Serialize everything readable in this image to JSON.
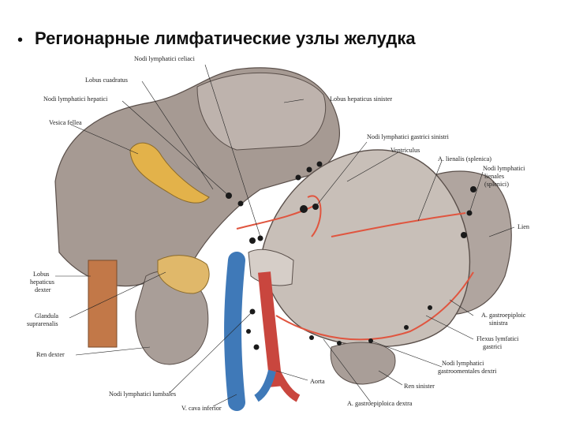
{
  "slide": {
    "bullet": "•",
    "title": "Регионарные лимфатические узлы желудка"
  },
  "figure": {
    "labels": {
      "nodi_coeliaci": "Nodi lymphatici celiaci",
      "lobus_quadratus": "Lobus cuadratus",
      "nodi_hepatici": "Nodi lymphatici hepatici",
      "vesica_fellea": "Vesica fellea",
      "lobus_sinister": "Lobus hepaticus sinister",
      "nodi_gastrici_sinistri": "Nodi lymphatici gastrici sinistri",
      "ventriculus": "Ventriculus",
      "a_lienalis": "A. lienalis (splenica)",
      "nodi_lienales_1": "Nodi lymphatici",
      "nodi_lienales_2": "lienales",
      "nodi_lienales_3": "(splenici)",
      "lien": "Lien",
      "lobus_dexter_1": "Lobus",
      "lobus_dexter_2": "hepaticus",
      "lobus_dexter_3": "dexter",
      "glandula_1": "Glandula",
      "glandula_2": "suprarenalis",
      "ren_dexter": "Ren dexter",
      "a_gastroepiploica_sin_1": "A. gastroepiploic",
      "a_gastroepiploica_sin_2": "sinistra",
      "flexus_1": "Flexus lymfatici",
      "flexus_2": "gastrici",
      "nodi_gastroomentales_1": "Nodi lymphatici",
      "nodi_gastroomentales_2": "gastroomentales dextri",
      "aorta": "Aorta",
      "ren_sinister": "Ren sinister",
      "nodi_lumbales": "Nodi lymphatici lumbales",
      "v_cava": "V. cava inferior",
      "a_gastroepiploica_dex": "A. gastroepiploica dextra"
    }
  }
}
